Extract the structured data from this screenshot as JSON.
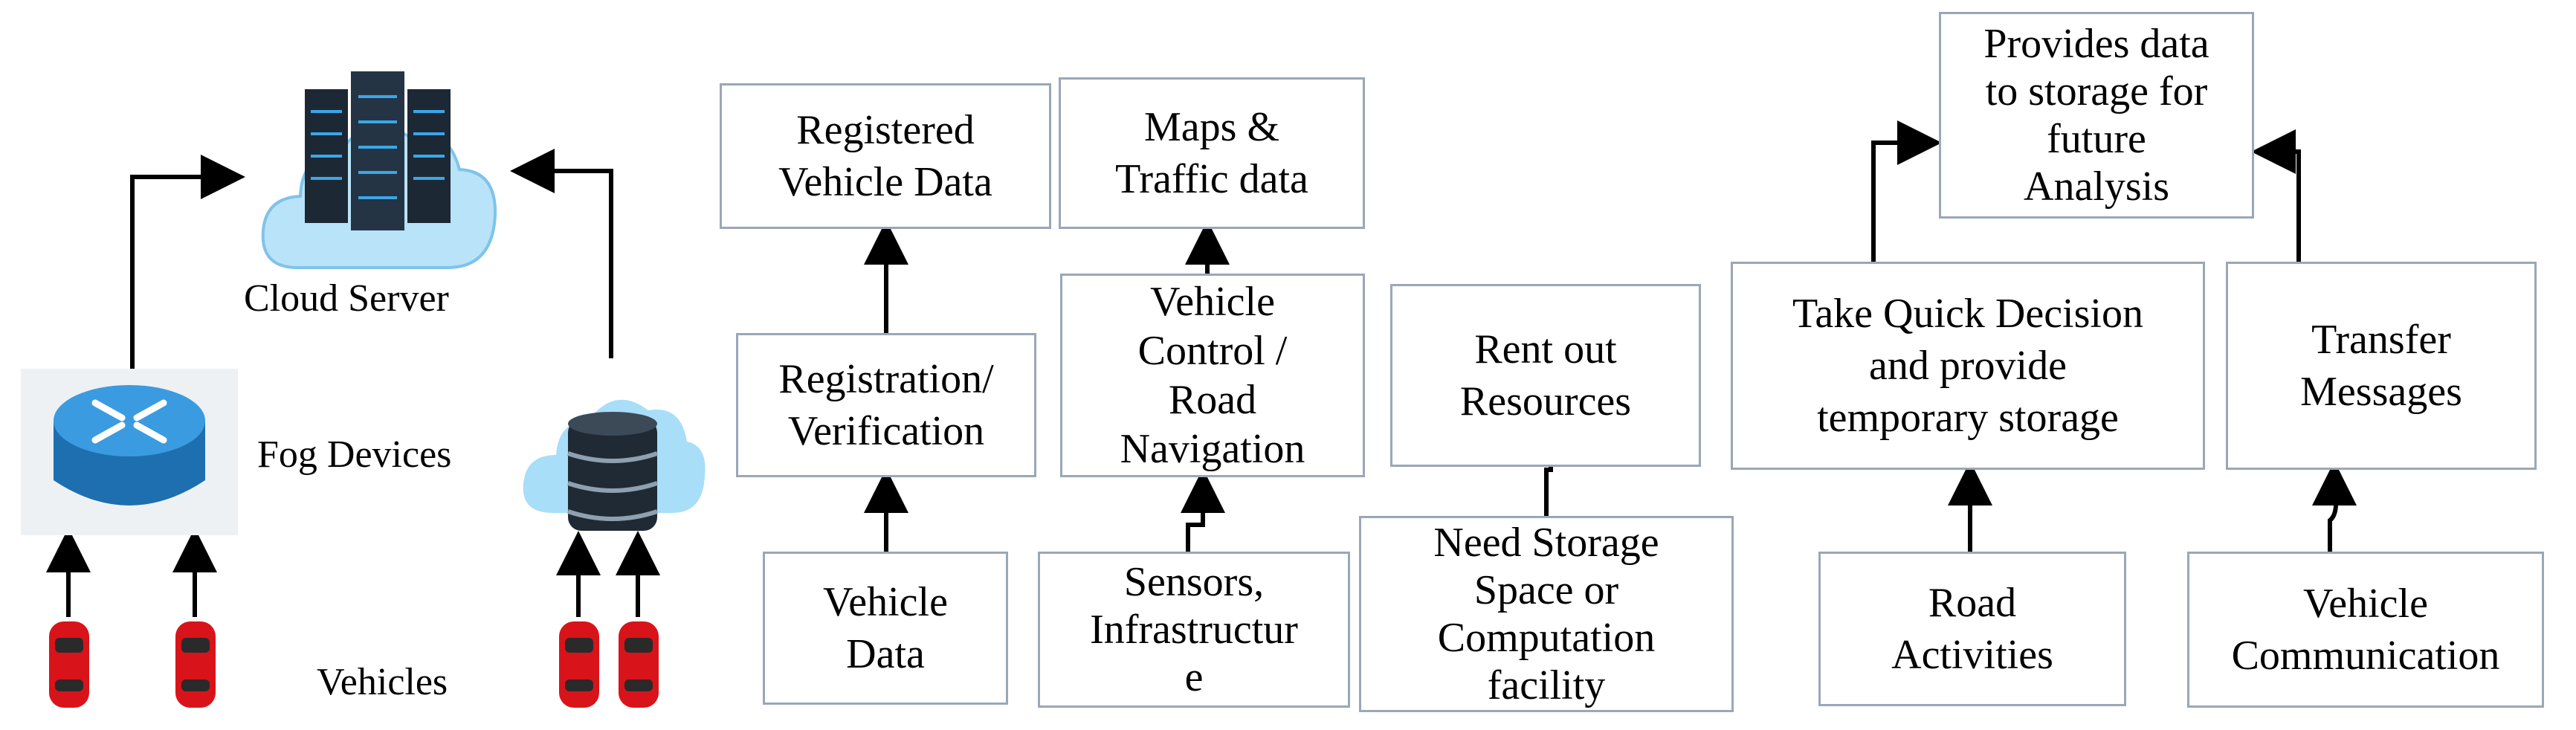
{
  "colors": {
    "box_border": "#9aa7b8",
    "arrow": "#000000",
    "car": "#d9131a",
    "cloud": "#b9e3f8",
    "router": "#2f8ed0",
    "server": "#1d2835"
  },
  "left_panel": {
    "cloud_label": "Cloud Server",
    "fog_label": "Fog Devices",
    "vehicles_label": "Vehicles",
    "icons": [
      "cloud-server-icon",
      "router-icon",
      "database-cloud-icon",
      "car-icon"
    ]
  },
  "boxes": {
    "registered": [
      "Registered",
      "Vehicle Data"
    ],
    "registration": [
      "Registration/",
      "Verification"
    ],
    "vehicle_data": [
      "Vehicle",
      "Data"
    ],
    "maps": [
      "Maps &",
      "Traffic data"
    ],
    "control": [
      "Vehicle",
      "Control /",
      "Road",
      "Navigation"
    ],
    "sensors": [
      "Sensors,",
      "Infrastructur",
      "e"
    ],
    "rent": [
      "Rent out",
      "Resources"
    ],
    "need": [
      "Need Storage",
      "Space or",
      "Computation",
      "facility"
    ],
    "provides": [
      "Provides data",
      "to storage for",
      "future",
      "Analysis"
    ],
    "quick": [
      "Take Quick Decision",
      "and provide",
      "temporary storage"
    ],
    "road": [
      "Road",
      "Activities"
    ],
    "transfer": [
      "Transfer",
      "Messages"
    ],
    "comm": [
      "Vehicle",
      "Communication"
    ]
  }
}
